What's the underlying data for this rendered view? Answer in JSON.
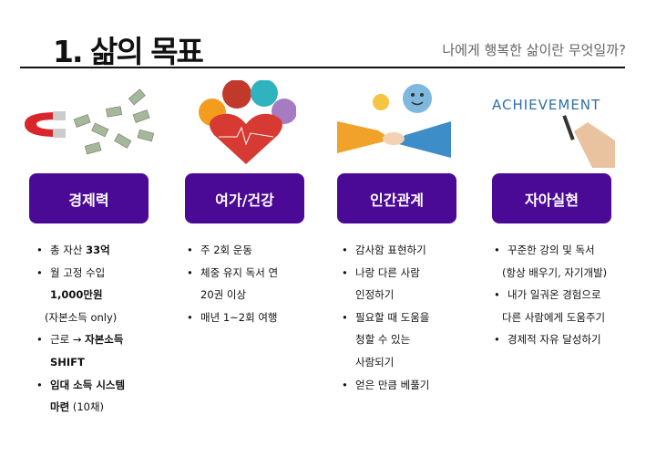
{
  "header": {
    "title": "1. 삶의 목표",
    "subtitle": "나에게 행복한 삶이란 무엇일까?"
  },
  "illustrations": {
    "achievement_text": "ACHIEVEMENT"
  },
  "categories": [
    {
      "label": "경제력",
      "icon": "magnet-money-icon",
      "lines": [
        {
          "bullet": true,
          "parts": [
            {
              "t": "총 자산 ",
              "bold": false
            },
            {
              "t": "33억",
              "bold": true
            }
          ]
        },
        {
          "bullet": true,
          "parts": [
            {
              "t": "월 고정 수입",
              "bold": false
            }
          ]
        },
        {
          "bullet": false,
          "parts": [
            {
              "t": "1,000만원",
              "bold": true
            }
          ]
        },
        {
          "bullet": false,
          "outdent": true,
          "parts": [
            {
              "t": "(자본소득 only)",
              "bold": false
            }
          ]
        },
        {
          "bullet": true,
          "parts": [
            {
              "t": "근로 → ",
              "bold": false
            },
            {
              "t": "자본소득",
              "bold": true
            }
          ]
        },
        {
          "bullet": false,
          "parts": [
            {
              "t": "SHIFT",
              "bold": true
            }
          ]
        },
        {
          "bullet": true,
          "parts": [
            {
              "t": "임대 소득 시스템",
              "bold": true
            }
          ]
        },
        {
          "bullet": false,
          "parts": [
            {
              "t": "마련",
              "bold": true
            },
            {
              "t": " (10채)",
              "bold": false
            }
          ]
        }
      ]
    },
    {
      "label": "여가/건강",
      "icon": "heart-health-icon",
      "lines": [
        {
          "bullet": true,
          "parts": [
            {
              "t": "주 2회 운동",
              "bold": false
            }
          ]
        },
        {
          "bullet": true,
          "parts": [
            {
              "t": "체중 유지 독서 연",
              "bold": false
            }
          ]
        },
        {
          "bullet": false,
          "parts": [
            {
              "t": "20권 이상",
              "bold": false
            }
          ]
        },
        {
          "bullet": true,
          "parts": [
            {
              "t": "매년 1~2회 여행",
              "bold": false
            }
          ]
        }
      ]
    },
    {
      "label": "인간관계",
      "icon": "handshake-icon",
      "lines": [
        {
          "bullet": true,
          "parts": [
            {
              "t": "감사함 표현하기",
              "bold": false
            }
          ]
        },
        {
          "bullet": true,
          "parts": [
            {
              "t": "나랑 다른 사람",
              "bold": false
            }
          ]
        },
        {
          "bullet": false,
          "parts": [
            {
              "t": "인정하기",
              "bold": false
            }
          ]
        },
        {
          "bullet": true,
          "parts": [
            {
              "t": "필요할 때 도움을",
              "bold": false
            }
          ]
        },
        {
          "bullet": false,
          "parts": [
            {
              "t": "청할 수 있는",
              "bold": false
            }
          ]
        },
        {
          "bullet": false,
          "parts": [
            {
              "t": "사람되기",
              "bold": false
            }
          ]
        },
        {
          "bullet": true,
          "parts": [
            {
              "t": "얻은 만큼 베풀기",
              "bold": false
            }
          ]
        }
      ]
    },
    {
      "label": "자아실현",
      "icon": "achievement-icon",
      "lines": [
        {
          "bullet": true,
          "parts": [
            {
              "t": "꾸준한 강의 및 독서",
              "bold": false
            }
          ]
        },
        {
          "bullet": false,
          "outdent": true,
          "parts": [
            {
              "t": "(항상 배우기, 자기개발)",
              "bold": false
            }
          ]
        },
        {
          "bullet": true,
          "parts": [
            {
              "t": "내가 일궈온 경험으로",
              "bold": false
            }
          ]
        },
        {
          "bullet": false,
          "outdent": true,
          "parts": [
            {
              "t": "다른 사람에게 도움주기",
              "bold": false
            }
          ]
        },
        {
          "bullet": true,
          "parts": [
            {
              "t": "경제적 자유 달성하기",
              "bold": false
            }
          ]
        }
      ]
    }
  ],
  "colors": {
    "accent": "#4b0a96"
  }
}
